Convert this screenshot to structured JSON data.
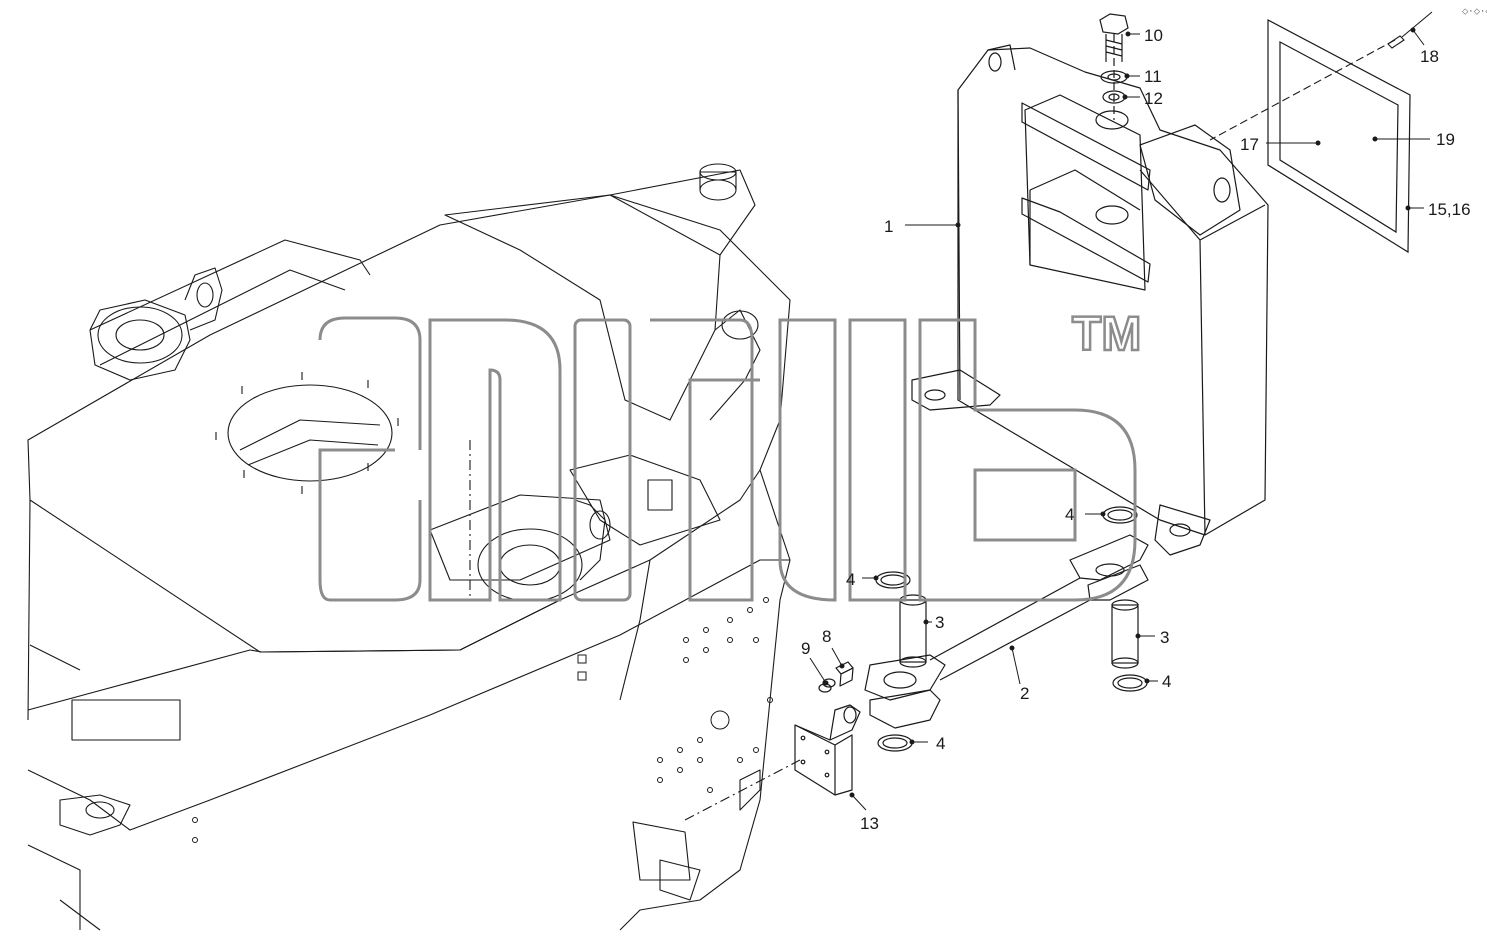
{
  "callouts": {
    "c1": "1",
    "c2": "2",
    "c3a": "3",
    "c3b": "3",
    "c4a": "4",
    "c4b": "4",
    "c4c": "4",
    "c4d": "4",
    "c8": "8",
    "c9": "9",
    "c10": "10",
    "c11": "11",
    "c12": "12",
    "c13": "13",
    "c15_16": "15,16",
    "c17": "17",
    "c18": "18",
    "c19": "19"
  },
  "watermark": {
    "trademark": "TM"
  },
  "corner_mark": "⬦⋅⬦⋅⬦",
  "colors": {
    "line": "#1a1a1a",
    "watermark_outline": "#8c8c8c",
    "background": "#ffffff"
  }
}
